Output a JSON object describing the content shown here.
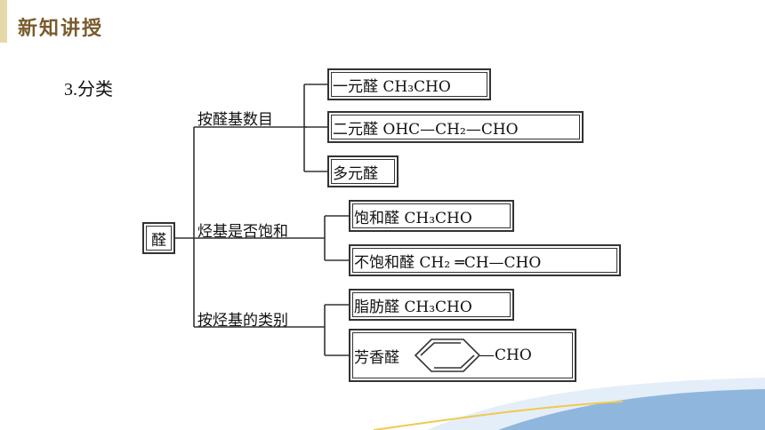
{
  "header": {
    "title": "新知讲授"
  },
  "section": {
    "title": "3.分类"
  },
  "diagram": {
    "root": "醛",
    "branches": [
      {
        "label": "按醛基数目",
        "leaves": [
          "一元醛 CH₃CHO",
          "二元醛 OHC—CH₂—CHO",
          "多元醛"
        ]
      },
      {
        "label": "烃基是否饱和",
        "leaves": [
          "饱和醛 CH₃CHO",
          "不饱和醛 CH₂ ═CH—CHO"
        ]
      },
      {
        "label": "按烃基的类别",
        "leaves": [
          "脂肪醛 CH₃CHO",
          "芳香醛"
        ]
      }
    ],
    "aromatic_group": "—CHO"
  },
  "colors": {
    "accent_bar": "#e6d9a8",
    "header_text": "#7a5b2c",
    "wave_light": "#dbe9f7",
    "wave_dark": "#7aa8d6"
  }
}
